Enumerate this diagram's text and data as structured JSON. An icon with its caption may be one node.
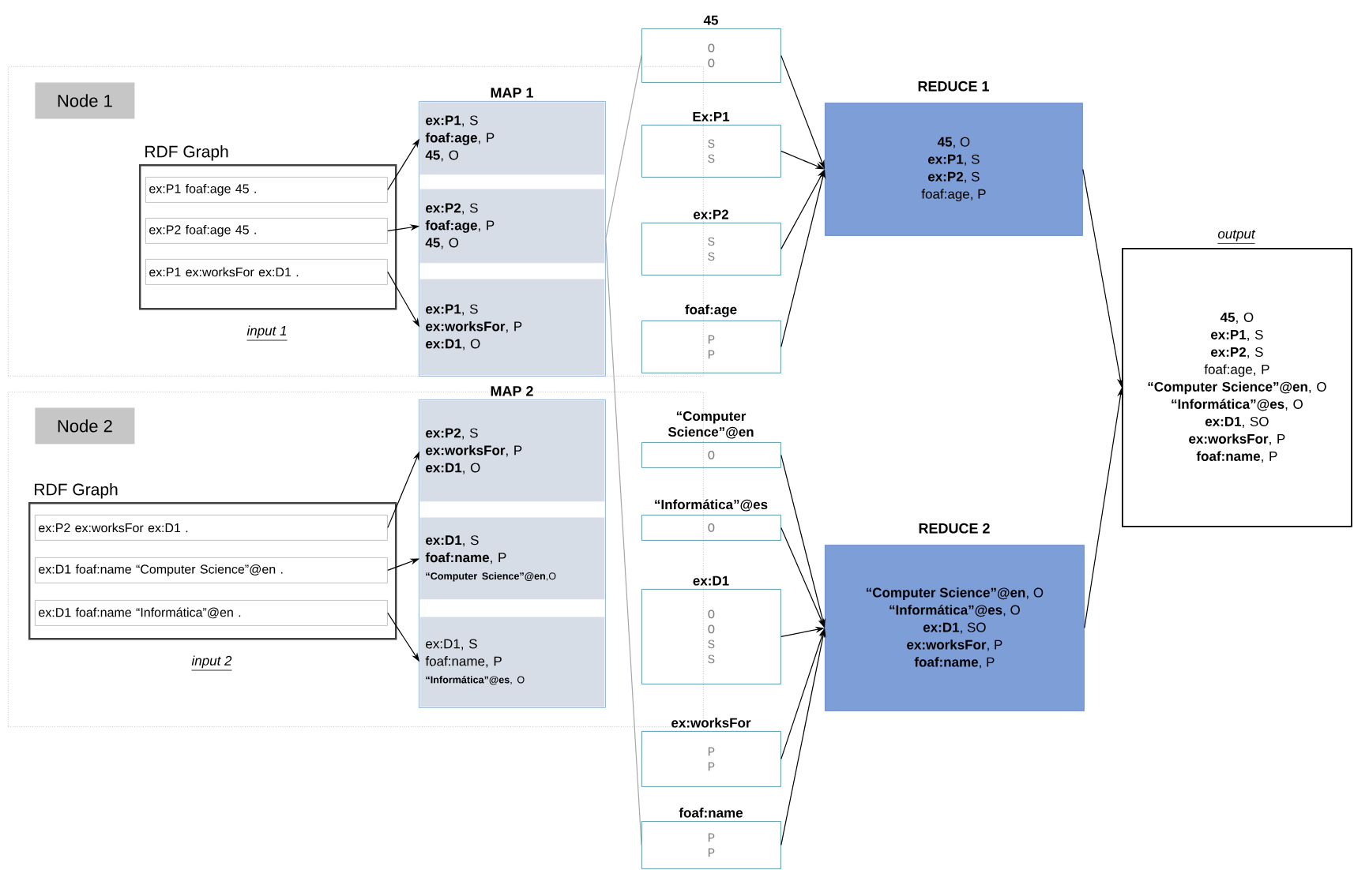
{
  "diagram": {
    "nodes": [
      {
        "text": [
          "Node 1"
        ]
      },
      {
        "text": [
          "RDF Graph"
        ],
        "beside": [
          "input 1"
        ],
        "in": 0
      },
      {
        "text": [
          "ex:P1 foaf:age 45 ."
        ],
        "in": 1
      },
      {
        "text": [
          "ex:P2 foaf:age 45 ."
        ],
        "in": 1
      },
      {
        "text": [
          "ex:P1 ex:worksFor ex:D1 ."
        ],
        "in": 1
      },
      {
        "text": [
          "MAP 1"
        ],
        "in": 0
      },
      {
        "text": [
          "**ex:P1**, S",
          "**foaf:age**, P",
          "**45**, O"
        ],
        "in": 5
      },
      {
        "text": [
          "**ex:P2**, S",
          "**foaf:age**, P",
          "**45**, O"
        ],
        "in": 5
      },
      {
        "text": [
          "**ex:P1**, S",
          "**ex:worksFor**, P",
          "**ex:D1**, O"
        ],
        "in": 5
      },
      {
        "text": [
          "Node 2"
        ]
      },
      {
        "text": [
          "RDF Graph"
        ],
        "beside": [
          "input 2"
        ],
        "in": 9
      },
      {
        "text": [
          "ex:P2 ex:worksFor ex:D1 ."
        ],
        "in": 10
      },
      {
        "text": [
          "ex:D1 foaf:name “Computer Science”@en ."
        ],
        "in": 10
      },
      {
        "text": [
          "ex:D1 foaf:name “Informática”@en ."
        ],
        "in": 10
      },
      {
        "text": [
          "MAP 2"
        ],
        "in": 9
      },
      {
        "text": [
          "**ex:P2**, S",
          "**ex:worksFor**, P",
          "**ex:D1**, O"
        ],
        "in": 14
      },
      {
        "text": [
          "**ex:D1**, S",
          "**foaf:name**, P",
          "**“Computer Science”@en**,O"
        ],
        "in": 14
      },
      {
        "text": [
          "ex:D1, S",
          "foaf:name, P",
          "**“Informática”@es**, O"
        ],
        "in": 14
      },
      {
        "text": [
          "45",
          "O",
          "O"
        ]
      },
      {
        "text": [
          "Ex:P1",
          "S",
          "S"
        ]
      },
      {
        "text": [
          "ex:P2",
          "S",
          "S"
        ]
      },
      {
        "text": [
          "foaf:age",
          "P",
          "P"
        ]
      },
      {
        "text": [
          "“Computer Science”@en",
          "O"
        ]
      },
      {
        "text": [
          "“Informática”@es",
          "O"
        ]
      },
      {
        "text": [
          "ex:D1",
          "O",
          "O",
          "S",
          "S"
        ]
      },
      {
        "text": [
          "ex:worksFor",
          "P",
          "P"
        ]
      },
      {
        "text": [
          "foaf:name",
          "P",
          "P"
        ]
      },
      {
        "text": [
          "REDUCE 1",
          "**45**, O",
          "**ex:P1**, S",
          "**ex:P2**, S",
          "foaf:age, P"
        ]
      },
      {
        "text": [
          "REDUCE 2",
          "**“Computer Science”@en**, O",
          "**“Informática”@es**, O",
          "**ex:D1**, SO",
          "**ex:worksFor**, P",
          "**foaf:name**, P"
        ]
      },
      {
        "text": [
          "output",
          "**45**, O",
          "**ex:P1**, S",
          "**ex:P2**, S",
          "foaf:age, P",
          "**“Computer Science”@en**, O",
          "**“Informática”@es**, O",
          "**ex:D1**, SO",
          "**ex:worksFor**, P",
          "**foaf:name**, P"
        ]
      }
    ],
    "edges": [
      {
        "from": 2,
        "to": 6,
        "arrow": "to"
      },
      {
        "from": 3,
        "to": 7,
        "arrow": "to"
      },
      {
        "from": 4,
        "to": 8,
        "arrow": "to"
      },
      {
        "from": 11,
        "to": 15,
        "arrow": "to"
      },
      {
        "from": 12,
        "to": 16,
        "arrow": "to"
      },
      {
        "from": 13,
        "to": 17,
        "arrow": "to"
      },
      {
        "from": 5,
        "to": 18,
        "arrow": "none",
        "color": "#a6a6a6"
      },
      {
        "from": 5,
        "to": 26,
        "arrow": "none",
        "color": "#a6a6a6"
      },
      {
        "from": 18,
        "to": 27,
        "arrow": "to"
      },
      {
        "from": 19,
        "to": 27,
        "arrow": "to"
      },
      {
        "from": 20,
        "to": 27,
        "arrow": "to"
      },
      {
        "from": 21,
        "to": 27,
        "arrow": "to"
      },
      {
        "from": 22,
        "to": 28,
        "arrow": "to"
      },
      {
        "from": 23,
        "to": 28,
        "arrow": "to"
      },
      {
        "from": 24,
        "to": 28,
        "arrow": "to"
      },
      {
        "from": 25,
        "to": 28,
        "arrow": "to"
      },
      {
        "from": 26,
        "to": 28,
        "arrow": "to"
      },
      {
        "from": 27,
        "to": 29,
        "arrow": "to"
      },
      {
        "from": 28,
        "to": 29,
        "arrow": "to"
      }
    ]
  }
}
